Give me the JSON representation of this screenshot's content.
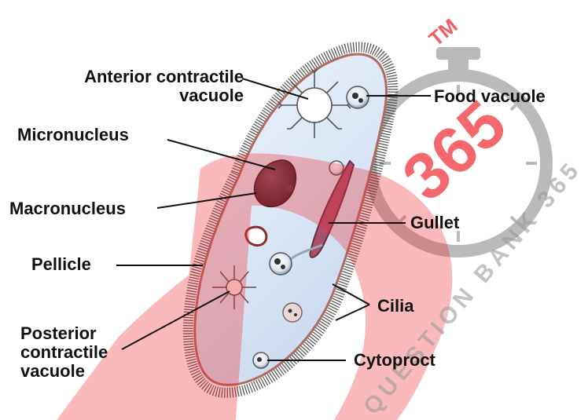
{
  "diagram": {
    "labels": {
      "anterior_contractile_vacuole": "Anterior contractile vacuole",
      "micronucleus": "Micronucleus",
      "macronucleus": "Macronucleus",
      "pellicle": "Pellicle",
      "posterior_contractile_vacuole": "Posterior contractile vacuole",
      "food_vacuole": "Food vacuole",
      "gullet": "Gullet",
      "cilia": "Cilia",
      "cytoproct": "Cytoproct"
    }
  },
  "watermark": {
    "number": "365",
    "trademark": "TM",
    "arc_text": "QUESTION BANK 365",
    "colors": {
      "red": "#f0282f",
      "gray": "#9a9a9a"
    }
  },
  "colors": {
    "cell_blue": "#d9e6f6",
    "cell_pink": "#e8b3b3",
    "nucleus": "#4e2f3a",
    "line": "#111111"
  }
}
